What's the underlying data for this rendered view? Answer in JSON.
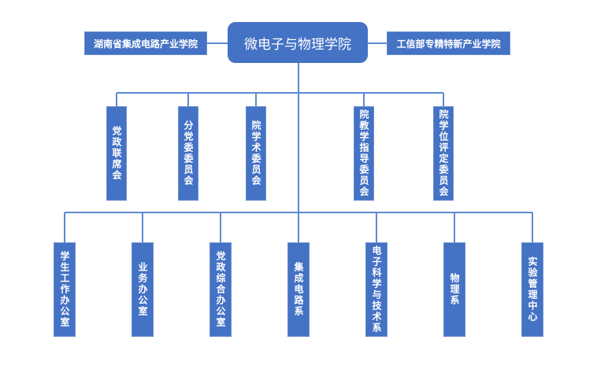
{
  "root": "微电子与物理学院",
  "side_left": "湖南省集成电路产业学院",
  "side_right": "工信部专精特新产业学院",
  "committees": [
    "党政联席会",
    "分党委委员会",
    "院学术委员会",
    "院教学指导委员会",
    "院学位评定委员会"
  ],
  "departments": [
    "学生工作办公室",
    "业务办公室",
    "党政综合办公室",
    "集成电路系",
    "电子科学与技术系",
    "物理系",
    "实验管理中心"
  ],
  "colors": {
    "box": "#4472C4",
    "line": "#5B8BD0",
    "text": "#ffffff"
  }
}
